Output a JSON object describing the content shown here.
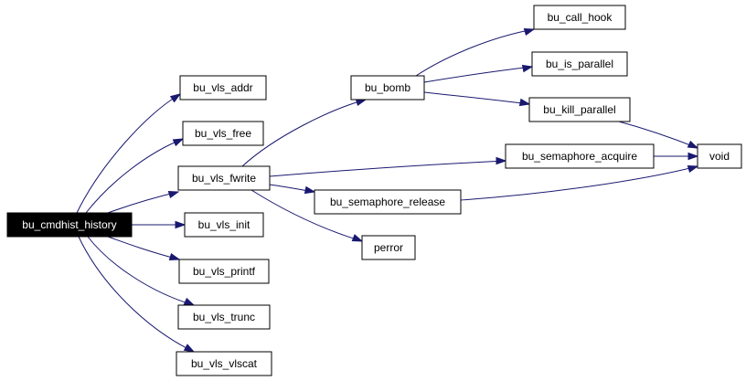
{
  "diagram": {
    "nodes": {
      "bu_cmdhist_history": "bu_cmdhist_history",
      "bu_vls_addr": "bu_vls_addr",
      "bu_vls_free": "bu_vls_free",
      "bu_vls_fwrite": "bu_vls_fwrite",
      "bu_vls_init": "bu_vls_init",
      "bu_vls_printf": "bu_vls_printf",
      "bu_vls_trunc": "bu_vls_trunc",
      "bu_vls_vlscat": "bu_vls_vlscat",
      "bu_bomb": "bu_bomb",
      "bu_semaphore_acquire": "bu_semaphore_acquire",
      "bu_semaphore_release": "bu_semaphore_release",
      "perror": "perror",
      "bu_call_hook": "bu_call_hook",
      "bu_is_parallel": "bu_is_parallel",
      "bu_kill_parallel": "bu_kill_parallel",
      "void": "void"
    },
    "edges": [
      {
        "from": "bu_cmdhist_history",
        "to": "bu_vls_addr"
      },
      {
        "from": "bu_cmdhist_history",
        "to": "bu_vls_free"
      },
      {
        "from": "bu_cmdhist_history",
        "to": "bu_vls_fwrite"
      },
      {
        "from": "bu_cmdhist_history",
        "to": "bu_vls_init"
      },
      {
        "from": "bu_cmdhist_history",
        "to": "bu_vls_printf"
      },
      {
        "from": "bu_cmdhist_history",
        "to": "bu_vls_trunc"
      },
      {
        "from": "bu_cmdhist_history",
        "to": "bu_vls_vlscat"
      },
      {
        "from": "bu_vls_fwrite",
        "to": "bu_bomb"
      },
      {
        "from": "bu_vls_fwrite",
        "to": "bu_semaphore_acquire"
      },
      {
        "from": "bu_vls_fwrite",
        "to": "bu_semaphore_release"
      },
      {
        "from": "bu_vls_fwrite",
        "to": "perror"
      },
      {
        "from": "bu_bomb",
        "to": "bu_call_hook"
      },
      {
        "from": "bu_bomb",
        "to": "bu_is_parallel"
      },
      {
        "from": "bu_bomb",
        "to": "bu_kill_parallel"
      },
      {
        "from": "bu_semaphore_acquire",
        "to": "void"
      },
      {
        "from": "bu_semaphore_release",
        "to": "void"
      },
      {
        "from": "bu_kill_parallel",
        "to": "void"
      }
    ],
    "colors": {
      "edge": "#191970",
      "root_fill": "#000000",
      "root_text": "#ffffff",
      "node_fill": "#ffffff",
      "node_border": "#000000"
    }
  }
}
